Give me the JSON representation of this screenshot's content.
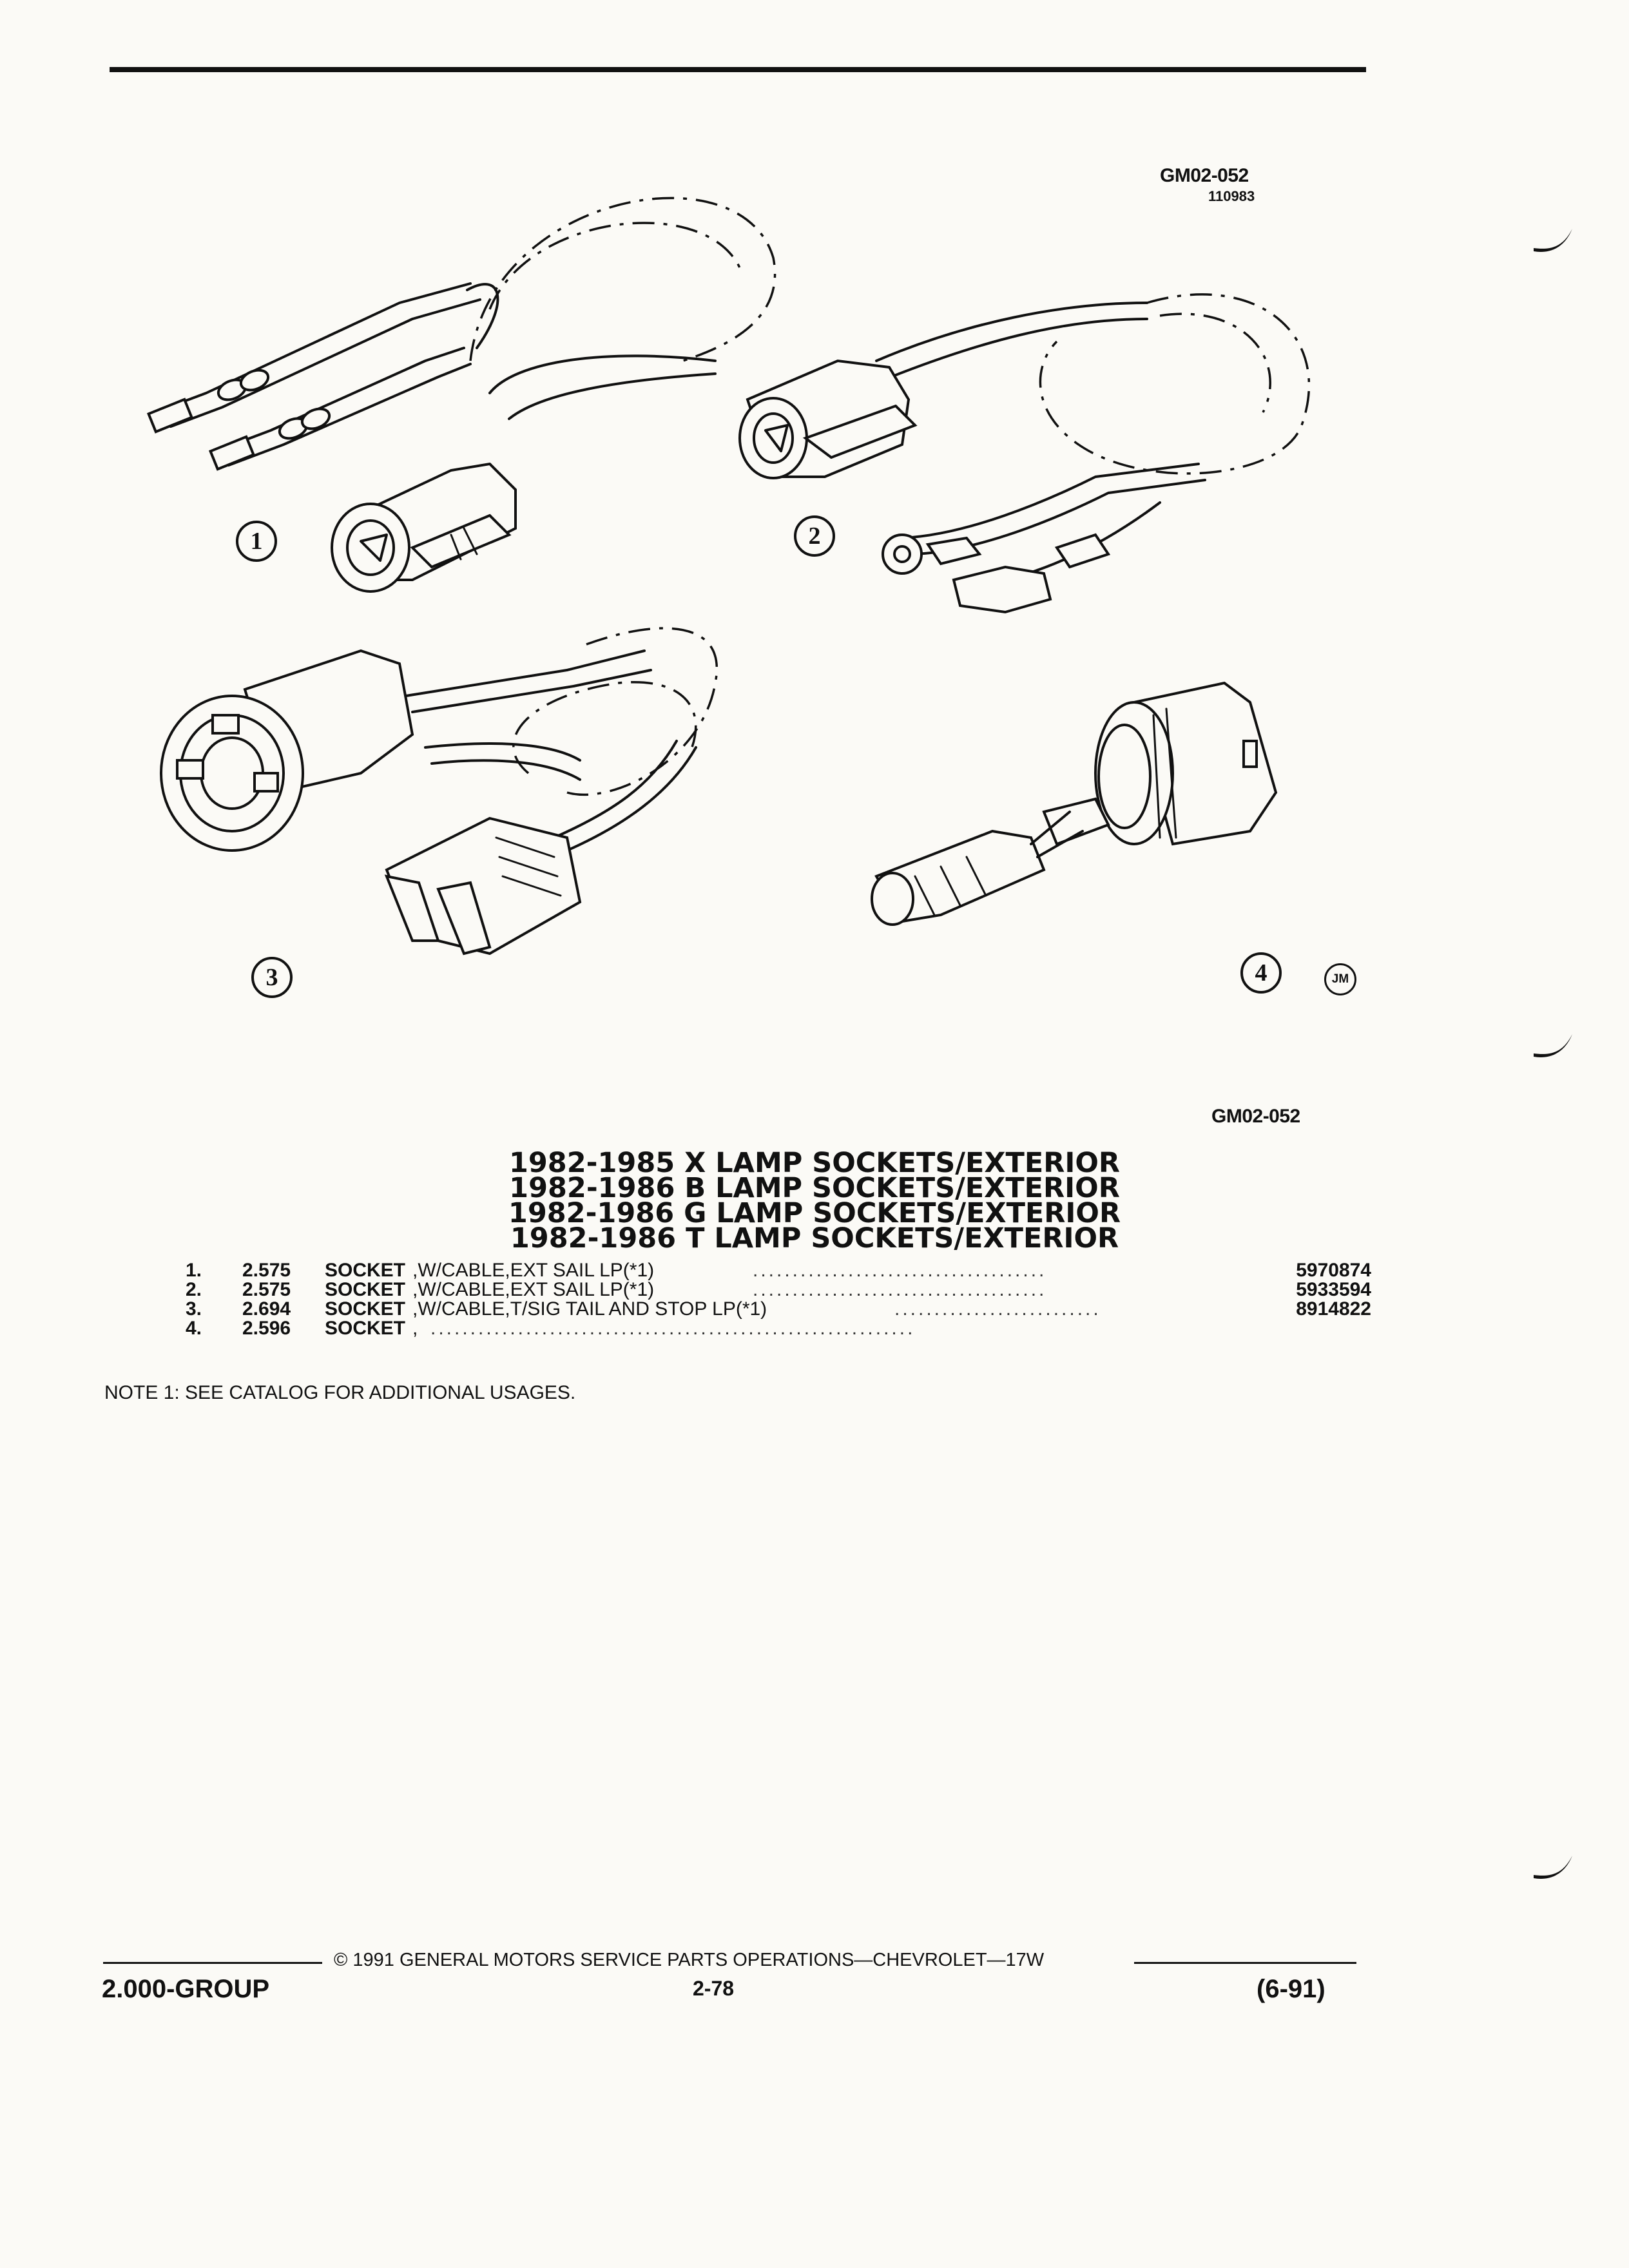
{
  "header": {
    "figure_code": "GM02-052",
    "figure_sub_code": "110983"
  },
  "illustration": {
    "callouts": [
      "1",
      "2",
      "3",
      "4"
    ],
    "artist_mark": "JM",
    "bottom_code": "GM02-052",
    "parts": [
      {
        "callout": "1",
        "icon": "socket-with-cable-icon"
      },
      {
        "callout": "2",
        "icon": "socket-with-cable-ring-terminal-icon"
      },
      {
        "callout": "3",
        "icon": "twist-lock-socket-with-connector-icon"
      },
      {
        "callout": "4",
        "icon": "socket-with-bulb-icon"
      }
    ]
  },
  "titles": [
    "1982-1985 X LAMP SOCKETS/EXTERIOR",
    "1982-1986 B LAMP SOCKETS/EXTERIOR",
    "1982-1986 G LAMP SOCKETS/EXTERIOR",
    "1982-1986 T LAMP SOCKETS/EXTERIOR"
  ],
  "items": [
    {
      "num": "1.",
      "ref": "2.575",
      "name": "SOCKET",
      "desc": ",W/CABLE,EXT SAIL LP(*1)",
      "part_number": "5970874"
    },
    {
      "num": "2.",
      "ref": "2.575",
      "name": "SOCKET",
      "desc": ",W/CABLE,EXT SAIL LP(*1)",
      "part_number": "5933594"
    },
    {
      "num": "3.",
      "ref": "2.694",
      "name": "SOCKET",
      "desc": ",W/CABLE,T/SIG TAIL AND STOP LP(*1)",
      "part_number": "8914822"
    },
    {
      "num": "4.",
      "ref": "2.596",
      "name": "SOCKET",
      "desc": ",",
      "part_number": ""
    }
  ],
  "note": "NOTE  1:  SEE CATALOG FOR ADDITIONAL USAGES.",
  "footer": {
    "copyright": "© 1991  GENERAL MOTORS SERVICE PARTS OPERATIONS—CHEVROLET—17W",
    "group": "2.000-GROUP",
    "page": "2-78",
    "date_code": "(6-91)"
  },
  "colors": {
    "ink": "#111111",
    "paper": "#fbfaf6"
  }
}
